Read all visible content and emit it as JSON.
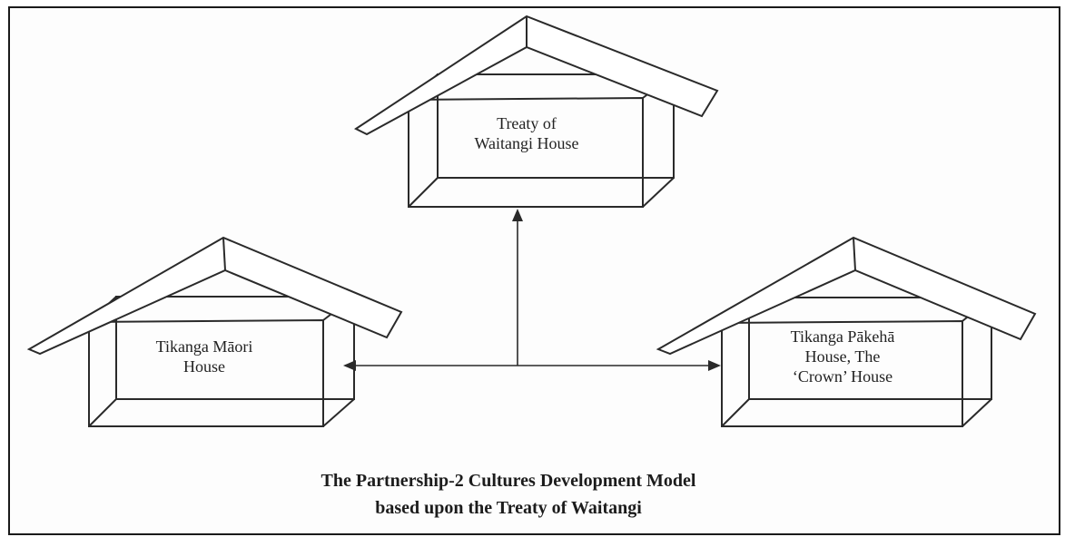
{
  "houses": {
    "treaty": {
      "line1": "Treaty of",
      "line2": "Waitangi House"
    },
    "maori": {
      "line1": "Tikanga Māori",
      "line2": "House"
    },
    "pakeha": {
      "line1": "Tikanga Pākehā",
      "line2": "House, The",
      "line3": "‘Crown’ House"
    }
  },
  "caption": {
    "line1": "The Partnership-2 Cultures Development Model",
    "line2": "based upon the Treaty of Waitangi"
  },
  "colors": {
    "ink": "#2a2a2a",
    "border": "#1a1a1a",
    "background": "#ffffff"
  }
}
